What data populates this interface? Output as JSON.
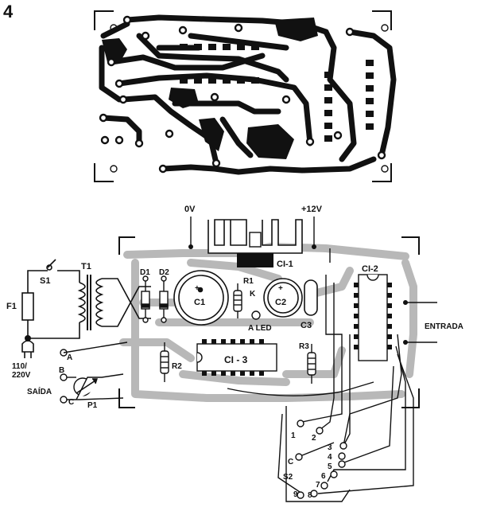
{
  "figure": {
    "number": "4"
  },
  "labels": {
    "ov": "0V",
    "v12": "+12V",
    "ci1": "CI-1",
    "ci2": "CI-2",
    "ci3": "CI - 3",
    "t1": "T1",
    "s1": "S1",
    "f1": "F1",
    "d1": "D1",
    "d2": "D2",
    "r1": "R1",
    "k": "K",
    "c1": "C1",
    "c2": "C2",
    "c3": "C3",
    "led": "A LED",
    "r2": "R2",
    "r3": "R3",
    "p1": "P1",
    "mains": "110/",
    "mains2": "220V",
    "saida": "SAÍDA",
    "a": "A",
    "b": "B",
    "c": "C",
    "entrada": "ENTRADA",
    "s2": "S2",
    "pos": [
      "1",
      "2",
      "3",
      "4",
      "5",
      "6",
      "7",
      "8",
      "9"
    ]
  }
}
